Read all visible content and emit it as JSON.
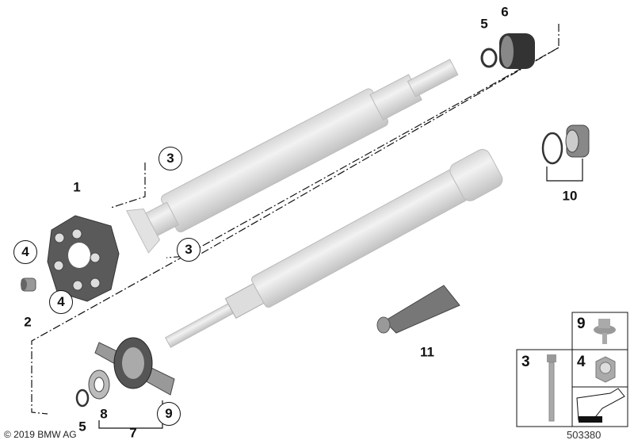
{
  "diagram": {
    "callouts": {
      "c1": "1",
      "c2": "2",
      "c3a": "3",
      "c3b": "3",
      "c4a": "4",
      "c4b": "4",
      "c5a": "5",
      "c5b": "5",
      "c6": "6",
      "c7": "7",
      "c8": "8",
      "c9": "9",
      "c10": "10",
      "c11": "11"
    },
    "legend": {
      "bolt": "3",
      "screw": "9",
      "nut": "4"
    },
    "copyright": "© 2019 BMW AG",
    "diagram_number": "503380"
  }
}
